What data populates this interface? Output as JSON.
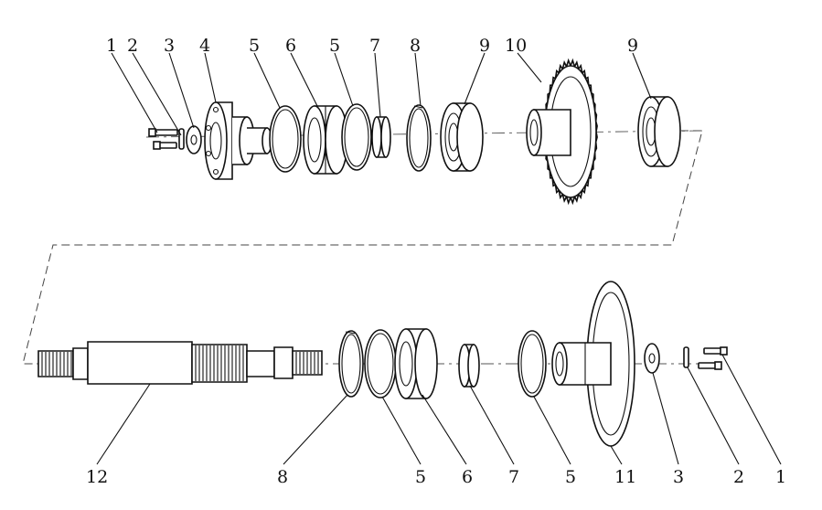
{
  "diagram": {
    "upper_labels": [
      "1",
      "2",
      "3",
      "4",
      "5",
      "6",
      "5",
      "7",
      "8",
      "9",
      "10",
      "9"
    ],
    "lower_labels": [
      "12",
      "8",
      "5",
      "6",
      "7",
      "5",
      "11",
      "3",
      "2",
      "1"
    ]
  }
}
